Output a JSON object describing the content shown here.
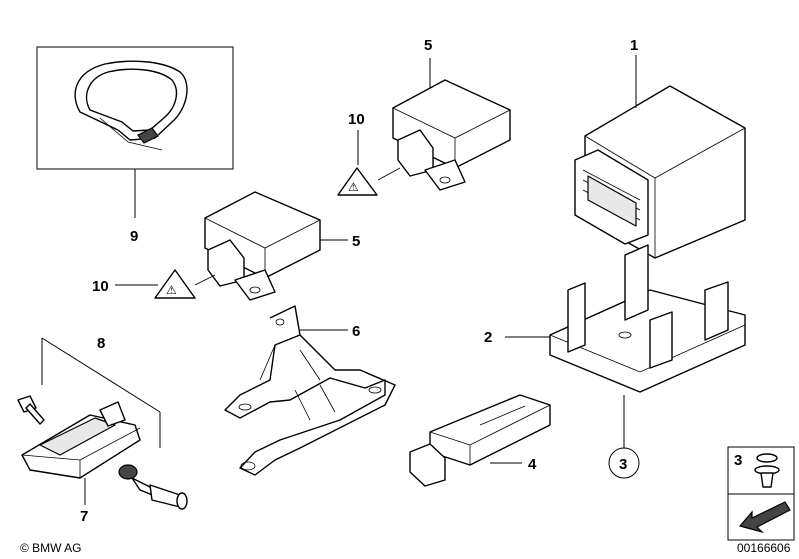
{
  "callouts": {
    "c1": "1",
    "c2": "2",
    "c3": "3",
    "c4": "4",
    "c5a": "5",
    "c5b": "5",
    "c6": "6",
    "c7": "7",
    "c8": "8",
    "c9": "9",
    "c10a": "10",
    "c10b": "10"
  },
  "legend_box": {
    "number": "3"
  },
  "footer": {
    "copyright": "© BMW AG",
    "diagram_id": "00166606"
  },
  "colors": {
    "line": "#000000",
    "background": "#ffffff"
  },
  "icons": [
    "warning-triangle-icon",
    "arrow-icon",
    "clip-icon"
  ]
}
